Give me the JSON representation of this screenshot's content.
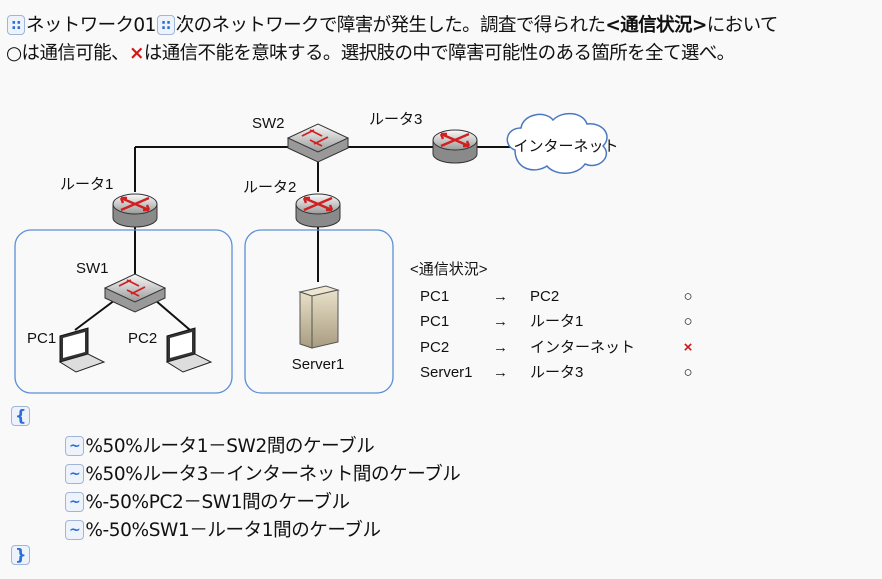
{
  "question": {
    "tag_icon": "grip-dots-icon",
    "title": "ネットワーク01",
    "text1": "次のネットワークで障害が発生した。調査で得られた",
    "bold": "<通信状況>",
    "text2": "において",
    "circle": "○",
    "text3": "は通信可能、",
    "cross": "×",
    "text4": "は通信不能を意味する。選択肢の中で障害可能性のある箇所を全て選べ。"
  },
  "diagram": {
    "sw2": "SW2",
    "router3": "ルータ3",
    "internet": "インターネット",
    "router1": "ルータ1",
    "router2": "ルータ2",
    "sw1": "SW1",
    "pc1": "PC1",
    "pc2": "PC2",
    "server1": "Server1",
    "status_title": "<通信状況>",
    "status_rows": [
      {
        "from": "PC1",
        "arrow": "→",
        "to": "PC2",
        "result": "○"
      },
      {
        "from": "PC1",
        "arrow": "→",
        "to": "ルータ1",
        "result": "○"
      },
      {
        "from": "PC2",
        "arrow": "→",
        "to": "インターネット",
        "result": "×"
      },
      {
        "from": "Server1",
        "arrow": "→",
        "to": "ルータ3",
        "result": "○"
      }
    ],
    "colors": {
      "group_border": "#5b8fd6",
      "router_arrow": "#d02020",
      "cross": "#d01818"
    }
  },
  "choices": {
    "open": "{",
    "close": "}",
    "item_icon": "tilde-icon",
    "tilde": "~",
    "items": [
      "%50%ルータ1－SW2間のケーブル",
      "%50%ルータ3－インターネット間のケーブル",
      "%-50%PC2－SW1間のケーブル",
      "%-50%SW1－ルータ1間のケーブル"
    ]
  }
}
